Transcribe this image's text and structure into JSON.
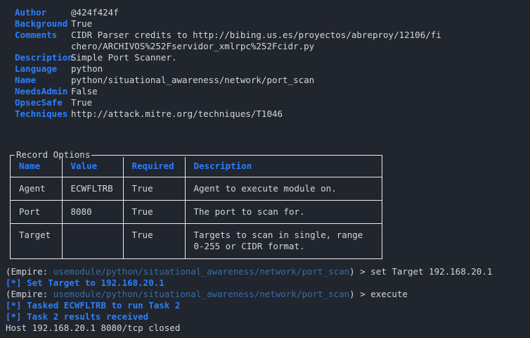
{
  "module_info": {
    "rows": [
      {
        "label": "Author",
        "value": "@424f424f"
      },
      {
        "label": "Background",
        "value": "True"
      },
      {
        "label": "Comments",
        "value": "CIDR Parser credits to http://bibing.us.es/proyectos/abreproy/12106/fi",
        "value_cont": "chero/ARCHIVOS%252Fservidor_xmlrpc%252Fcidr.py"
      },
      {
        "label": "Description",
        "value": "Simple Port Scanner."
      },
      {
        "label": "Language",
        "value": "python"
      },
      {
        "label": "Name",
        "value": "python/situational_awareness/network/port_scan"
      },
      {
        "label": "NeedsAdmin",
        "value": "False"
      },
      {
        "label": "OpsecSafe",
        "value": "True"
      },
      {
        "label": "Techniques",
        "value": "http://attack.mitre.org/techniques/T1046"
      }
    ]
  },
  "record_options": {
    "legend": "Record Options",
    "columns": [
      "Name",
      "Value",
      "Required",
      "Description"
    ],
    "rows": [
      {
        "name": "Agent",
        "value": "ECWFLTRB",
        "required": "True",
        "description": "Agent to execute module on."
      },
      {
        "name": "Port",
        "value": "8080",
        "required": "True",
        "description": "The port to scan for."
      },
      {
        "name": "Target",
        "value": "",
        "required": "True",
        "description": "Targets to scan in single, range\n0-255 or CIDR format."
      }
    ]
  },
  "console": {
    "lines": [
      {
        "type": "prompt",
        "pre": "(Empire: ",
        "path": "usemodule/python/situational_awareness/network/port_scan",
        "post": ") > set Target 192.168.20.1"
      },
      {
        "type": "status",
        "text": "[*] Set Target to 192.168.20.1"
      },
      {
        "type": "prompt",
        "pre": "(Empire: ",
        "path": "usemodule/python/situational_awareness/network/port_scan",
        "post": ") > execute"
      },
      {
        "type": "status",
        "text": "[*] Tasked ECWFLTRB to run Task 2"
      },
      {
        "type": "status",
        "text": "[*] Task 2 results received"
      },
      {
        "type": "output",
        "text": "Host 192.168.20.1 8080/tcp closed"
      }
    ]
  },
  "colors": {
    "background": "#21252d",
    "text": "#d2d7de",
    "accent_blue": "#2a7fff",
    "path_blue": "#3a6ea5",
    "border": "#e8eaee"
  }
}
